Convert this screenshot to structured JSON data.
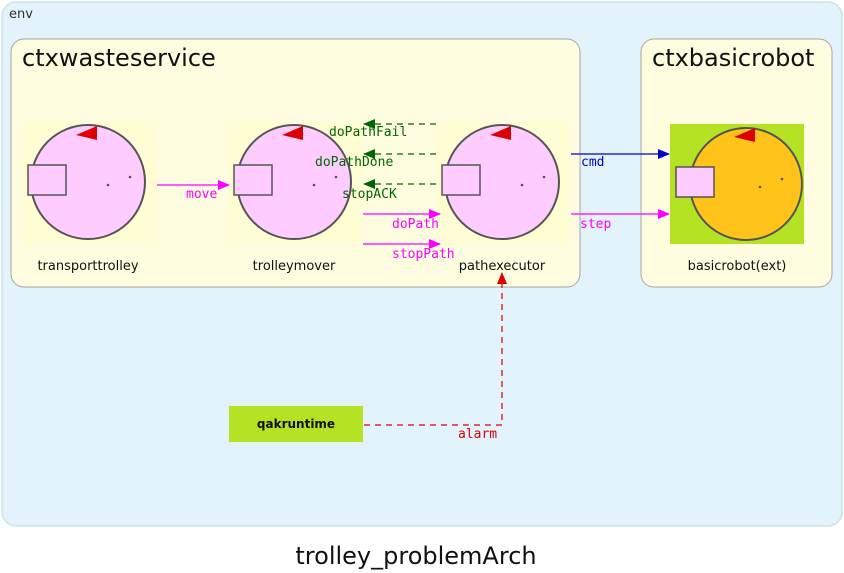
{
  "env": {
    "label": "env"
  },
  "contexts": {
    "wasteservice": {
      "title": "ctxwasteservice"
    },
    "basicrobot": {
      "title": "ctxbasicrobot"
    }
  },
  "actors": {
    "transporttrolley": {
      "label": "transporttrolley"
    },
    "trolleymover": {
      "label": "trolleymover"
    },
    "pathexecutor": {
      "label": "pathexecutor"
    },
    "basicrobot": {
      "label": "basicrobot(ext)"
    },
    "qakruntime": {
      "label": "qakruntime"
    }
  },
  "messages": {
    "move": "move",
    "doPathFail": "doPathFail",
    "doPathDone": "doPathDone",
    "stopACK": "stopACK",
    "doPath": "doPath",
    "stopPath": "stopPath",
    "cmd": "cmd",
    "step": "step",
    "alarm": "alarm"
  },
  "colors": {
    "env_bg": "#e2f3fb",
    "context_bg": "#fffde0",
    "actor_bg": "#fffdd4",
    "actor_circle": "#ffccff",
    "ext_bg": "#b6e224",
    "ext_circle": "#ffc31a",
    "dispatch": "#ff00ff",
    "reply": "#006600",
    "request": "#0000cc",
    "event": "#dd0000"
  },
  "caption": "trolley_problemArch"
}
